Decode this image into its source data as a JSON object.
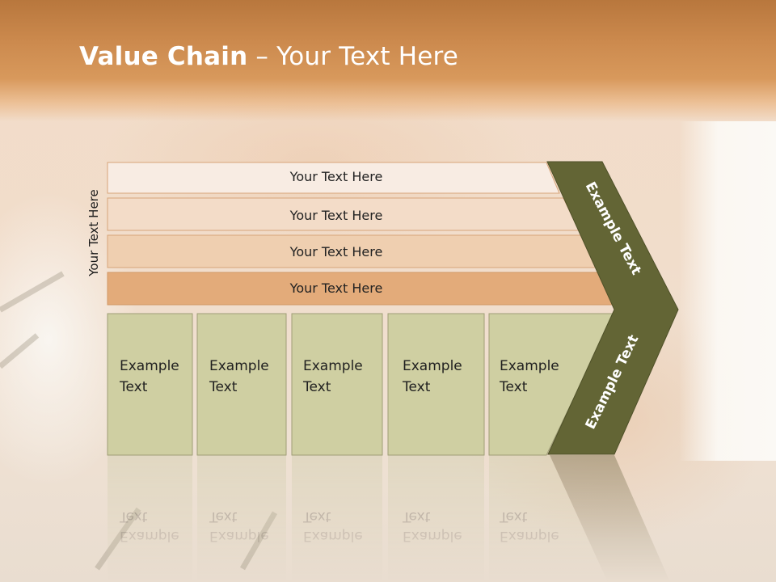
{
  "title": {
    "bold": "Value Chain",
    "rest": " – Your Text Here"
  },
  "side_label": "Your Text Here",
  "bars": [
    "Your Text Here",
    "Your Text Here",
    "Your Text Here",
    "Your Text Here"
  ],
  "boxes": [
    [
      "Example",
      "Text"
    ],
    [
      "Example",
      "Text"
    ],
    [
      "Example",
      "Text"
    ],
    [
      "Example",
      "Text"
    ],
    [
      "Example",
      "Text"
    ]
  ],
  "chevron": {
    "upper": "Example Text",
    "lower": "Example Text"
  },
  "colors": {
    "header": "#cc8a4e",
    "bar_1": "#f8ece3",
    "bar_2": "#f3dcc8",
    "bar_3": "#efcfb0",
    "bar_4": "#e3ab7a",
    "box_fill": "#cfcfa2",
    "chevron": "#636535"
  }
}
